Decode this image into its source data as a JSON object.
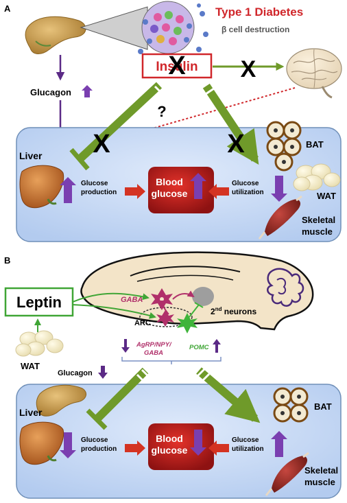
{
  "panel_a": {
    "label": "A",
    "title": "Type 1 Diabetes",
    "subtitle": "β cell destruction",
    "insulin": "Insulin",
    "glucagon": "Glucagon",
    "question": "?",
    "liver": "Liver",
    "glucose_production": [
      "Glucose",
      "production"
    ],
    "blood_glucose": [
      "Blood",
      "glucose"
    ],
    "glucose_utilization": [
      "Glucose",
      "utilization"
    ],
    "bat": "BAT",
    "wat": "WAT",
    "skeletal_muscle": [
      "Skeletal",
      "muscle"
    ],
    "cross_mark": "X"
  },
  "panel_b": {
    "label": "B",
    "leptin": "Leptin",
    "wat": "WAT",
    "gaba": "GABA",
    "arc": "ARC",
    "second_neurons_prefix": "2",
    "second_neurons_sup": "nd",
    "second_neurons_suffix": " neurons",
    "agrp": [
      "AgRP/NPY/",
      "GABA"
    ],
    "pomc": "POMC",
    "glucagon": "Glucagon",
    "liver": "Liver",
    "glucose_production": [
      "Glucose",
      "production"
    ],
    "blood_glucose": [
      "Blood",
      "glucose"
    ],
    "glucose_utilization": [
      "Glucose",
      "utilization"
    ],
    "bat": "BAT",
    "skeletal_muscle": [
      "Skeletal",
      "muscle"
    ]
  },
  "colors": {
    "panel_fill": "#bcd3f2",
    "panel_stroke": "#6f8fb8",
    "title_red": "#d0262a",
    "purple": "#5b2a86",
    "arrow_purple": "#7a3fb0",
    "green": "#6f9a2a",
    "blood_red": "#b51f1f",
    "red_arrow": "#d43322",
    "pink": "#b0306a",
    "leptin_green": "#3fa535"
  }
}
